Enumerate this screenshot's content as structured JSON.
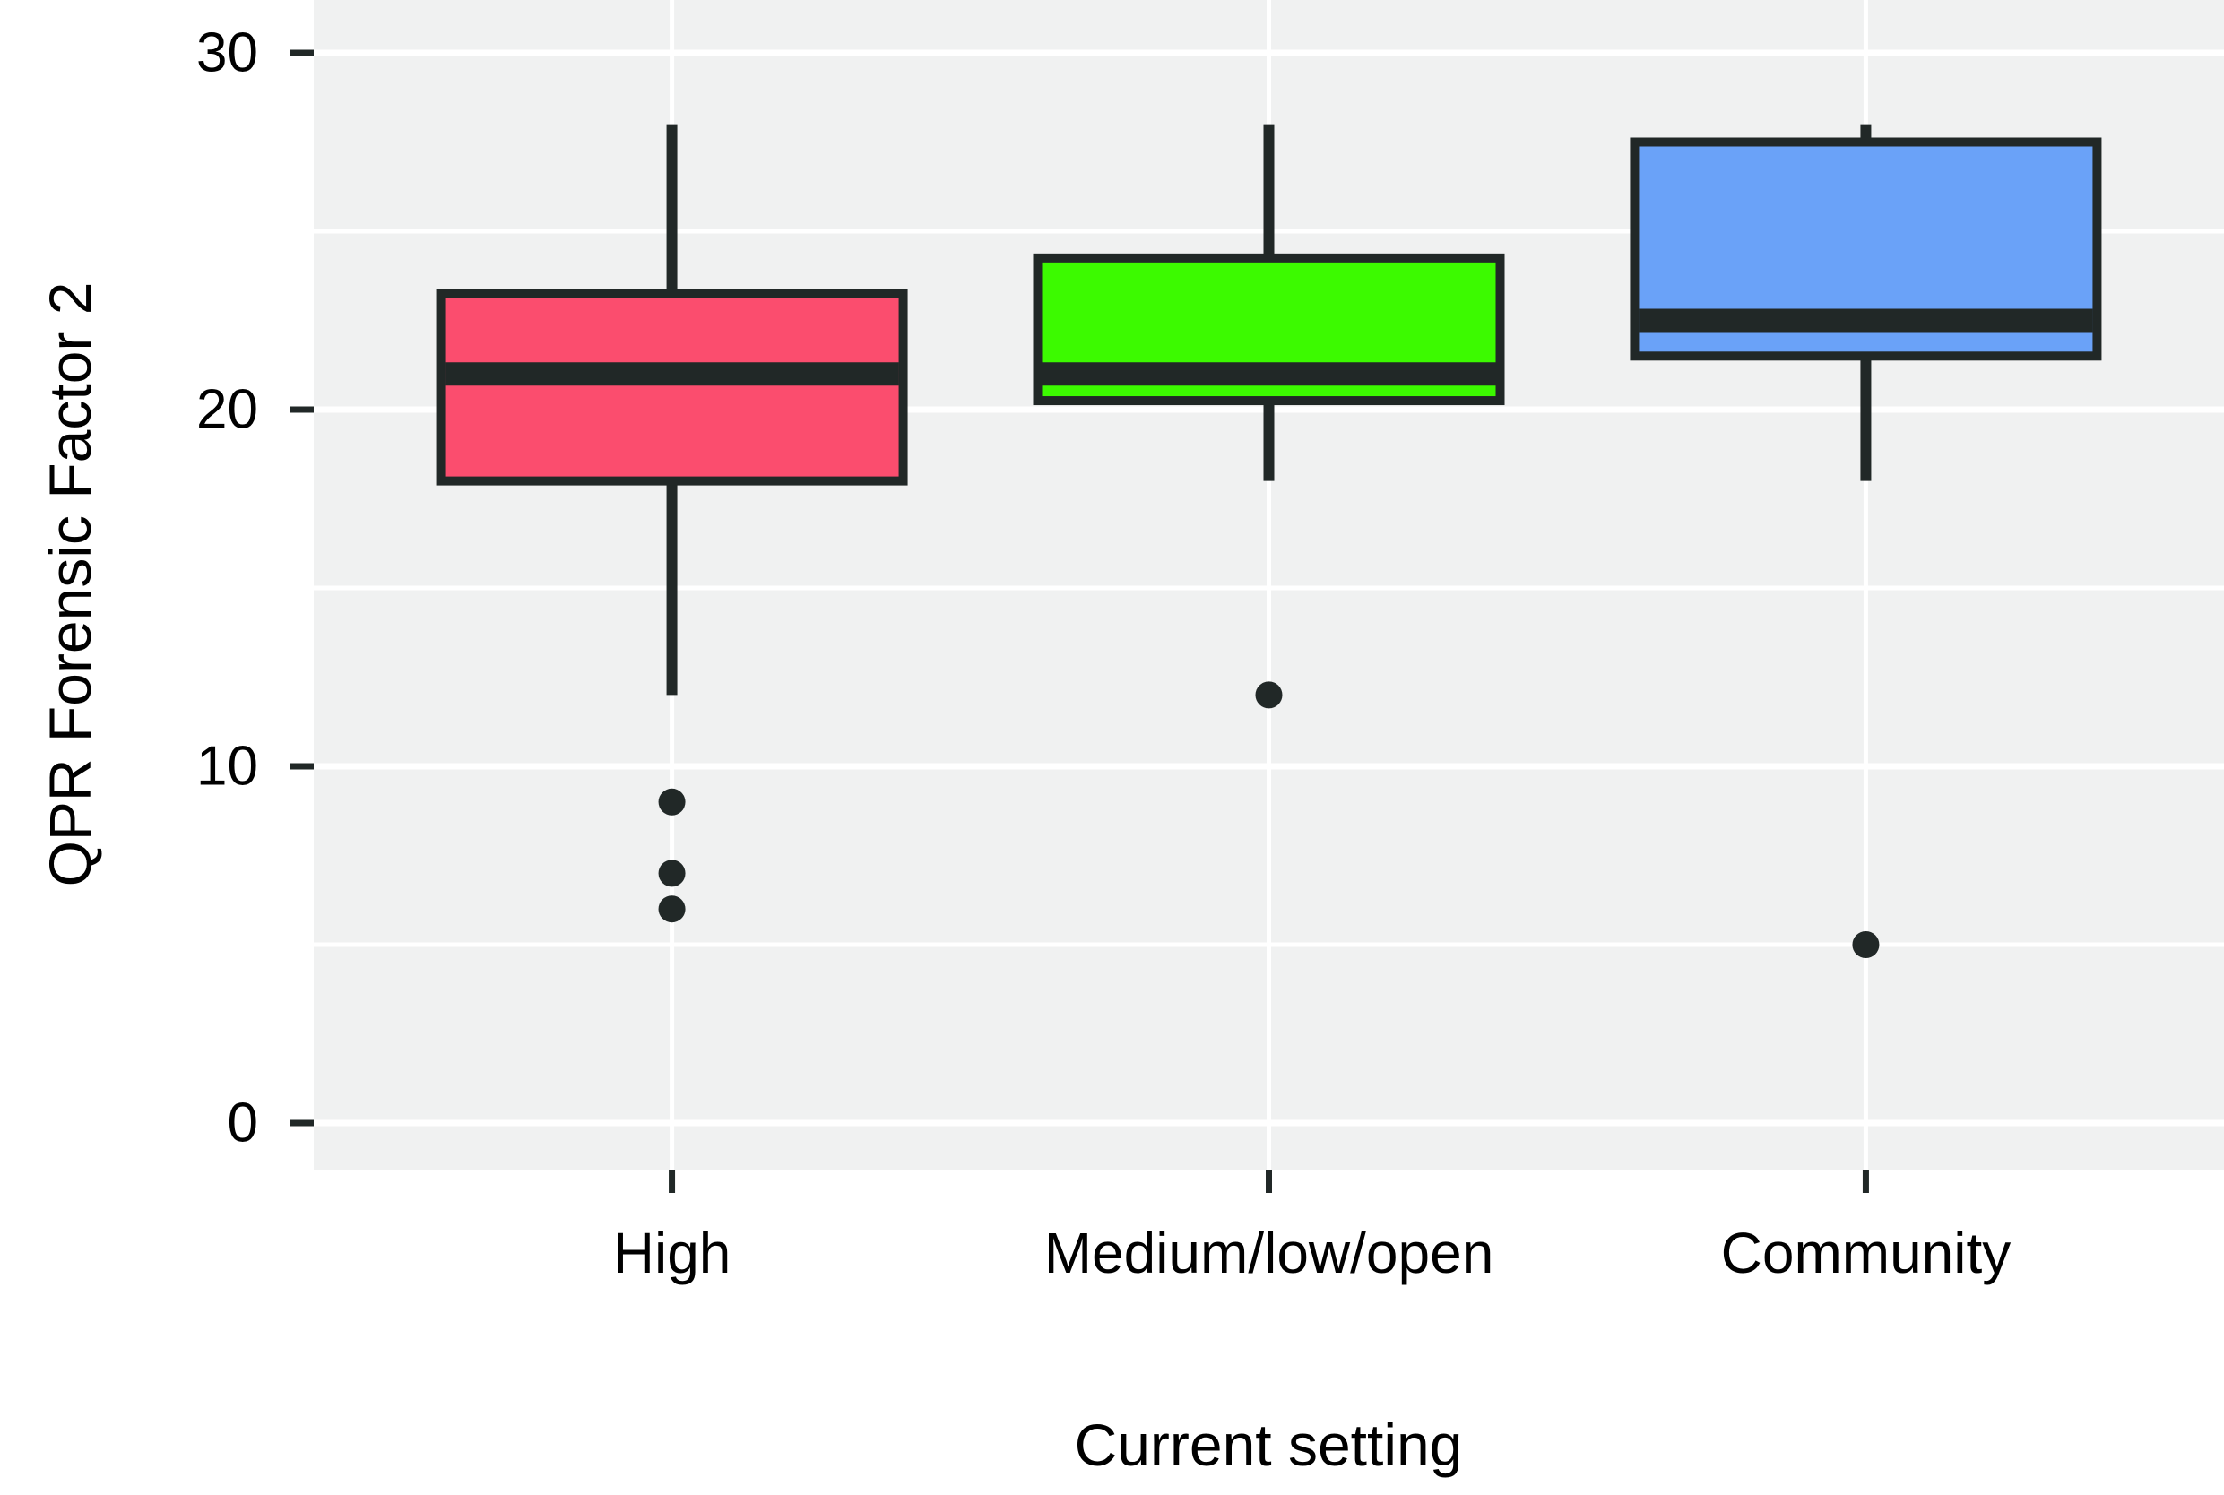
{
  "figure_title": "",
  "y_axis": {
    "title": "QPR Forensic Factor 2"
  },
  "x_axis": {
    "title": "Current setting"
  },
  "chart_data": {
    "type": "boxplot",
    "title": "",
    "xlabel": "Current setting",
    "ylabel": "QPR Forensic Factor 2",
    "categories": [
      "High",
      "Medium/low/open",
      "Community"
    ],
    "series": [
      {
        "name": "High",
        "fill_color": "#FB4D6E",
        "whisker_min": 12,
        "q1": 18,
        "median": 21,
        "q3": 23.25,
        "whisker_max": 28,
        "outliers": [
          9,
          7,
          6
        ]
      },
      {
        "name": "Medium/low/open",
        "fill_color": "#3CFA00",
        "whisker_min": 18,
        "q1": 20.25,
        "median": 21,
        "q3": 24.25,
        "whisker_max": 28,
        "outliers": [
          12
        ]
      },
      {
        "name": "Community",
        "fill_color": "#6AA2F8",
        "whisker_min": 18,
        "q1": 21.5,
        "median": 22.5,
        "q3": 27.5,
        "whisker_max": 28,
        "outliers": [
          5
        ]
      }
    ],
    "ylim": [
      0,
      30
    ],
    "yticks": [
      0,
      10,
      20,
      30
    ],
    "yticks_minor": [
      5,
      15,
      25
    ],
    "grid": true,
    "legend": false,
    "panel_bg": "#F0F1F1",
    "grid_color": "#FFFFFF",
    "stroke_color": "#212827",
    "tick_color": "#212827",
    "text_color": "#000000"
  }
}
